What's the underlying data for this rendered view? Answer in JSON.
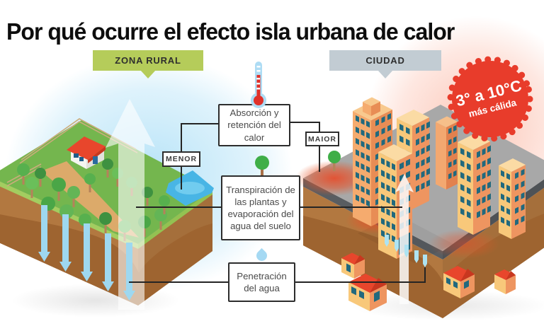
{
  "title": "Por qué ocurre el efecto isla urbana de calor",
  "rural": {
    "label": "ZONA RURAL"
  },
  "city": {
    "label": "CIUDAD"
  },
  "badge": {
    "temp_range": "3° a 10°C",
    "subtitle": "más cálida"
  },
  "flow_boxes": {
    "absorption": "Absorción y retención del calor",
    "transpiration": "Transpiración de las plantas y evaporación del agua del suelo",
    "penetration": "Penetración del agua"
  },
  "comparison_labels": {
    "rural_side": "MENOR",
    "city_side": "MAIOR"
  },
  "icons": {
    "thermometer": "thermometer-icon",
    "tree": "tree-icon",
    "water_drop": "water-drop-icon"
  },
  "colors": {
    "badge_red": "#e83c2b",
    "rural_bubble_green": "#b5cc5a",
    "city_bubble_gray": "#c2ccd3",
    "grass_green": "#74b64e",
    "soil_brown": "#b27840",
    "water_blue": "#48b5e5",
    "platform_gray": "#a3a3a5",
    "heat_orange": "#e8502a",
    "window_teal": "#21697e",
    "roof_red": "#e8462c",
    "infiltration_blue": "#9ed8f0"
  }
}
